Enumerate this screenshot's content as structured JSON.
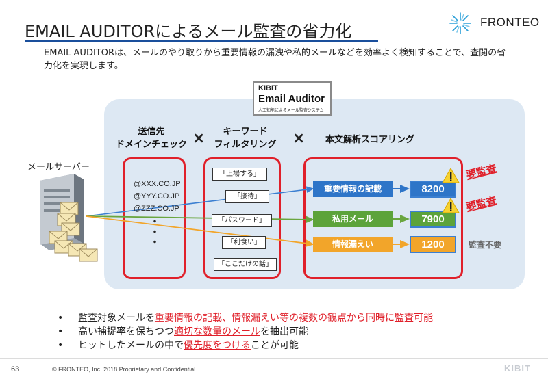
{
  "title": "EMAIL AUDITORによるメール監査の省力化",
  "brand": {
    "logo_text": "FRONTEO",
    "footer_mark": "KIBIT"
  },
  "intro": "EMAIL AUDITORは、メールのやり取りから重要情報の漏洩や私的メールなどを効率よく検知することで、査閲の省力化を実現します。",
  "badge": {
    "kibit": "KIBIT",
    "name": "Email Auditor",
    "sub": "人工知能によるメール監査システム"
  },
  "columns": {
    "domain": [
      "送信先",
      "ドメインチェック"
    ],
    "keyword": [
      "キーワード",
      "フィルタリング"
    ],
    "score": "本文解析スコアリング",
    "times": "×"
  },
  "server_label": "メールサーバー",
  "domains": [
    "@XXX.CO.JP",
    "@YYY.CO.JP",
    "@ZZZ.CO.JP"
  ],
  "domain_dots": "・",
  "keywords": [
    "「上場する」",
    "「接待」",
    "「パスワード」",
    "「利食い」",
    "「ここだけの話」"
  ],
  "scoring": [
    {
      "label": "重要情報の記載",
      "score": "8200",
      "color": "#2e75c8",
      "verdict": "要監査"
    },
    {
      "label": "私用メール",
      "score": "7900",
      "color": "#5ca33a",
      "verdict": "要監査"
    },
    {
      "label": "情報漏えい",
      "score": "1200",
      "color": "#f2a52a",
      "verdict": "監査不要"
    }
  ],
  "bullets": [
    {
      "mark": "•",
      "pre": "監査対象メールを",
      "em": "重要情報の記載、情報漏えい等の複数の観点から同時に監査可能",
      "post": ""
    },
    {
      "mark": "•",
      "pre": "高い捕捉率を保ちつつ",
      "em": "適切な数量のメール",
      "post": "を抽出可能"
    },
    {
      "mark": "•",
      "pre": "ヒットしたメールの中で",
      "em": "優先度をつける",
      "post": "ことが可能"
    }
  ],
  "footer": {
    "page": "63",
    "copyright": "© FRONTEO, Inc. 2018  Proprietary and Confidential"
  }
}
